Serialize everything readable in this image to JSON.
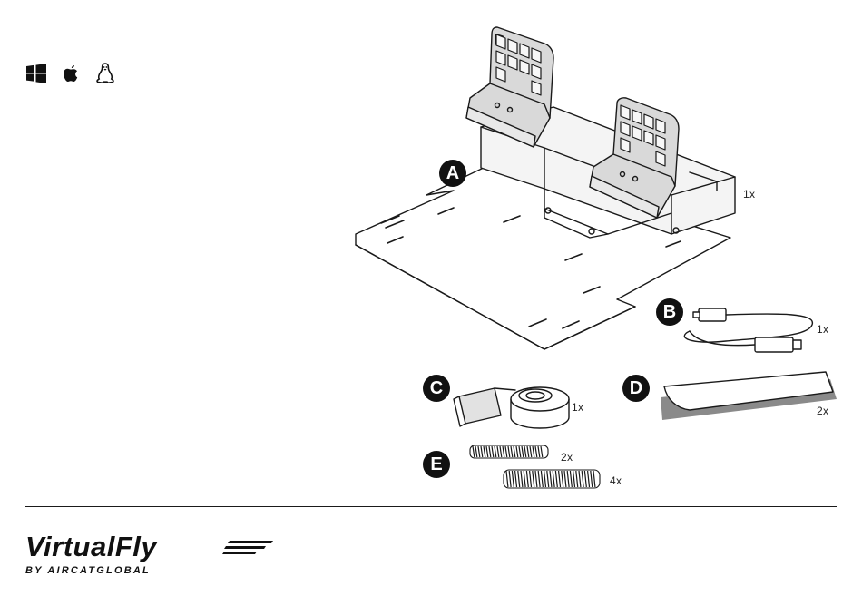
{
  "platforms": [
    {
      "name": "windows-icon"
    },
    {
      "name": "apple-icon"
    },
    {
      "name": "linux-icon"
    }
  ],
  "components": [
    {
      "letter": "A",
      "quantity": "1x"
    },
    {
      "letter": "B",
      "quantity": "1x"
    },
    {
      "letter": "C",
      "quantity": "1x"
    },
    {
      "letter": "D",
      "quantity": "2x"
    },
    {
      "letter": "E",
      "quantity_small": "2x",
      "quantity_large": "4x"
    }
  ],
  "brand": {
    "name": "VirtualFly",
    "tagline": "BY AIRCATGLOBAL"
  },
  "colors": {
    "ink": "#111111",
    "line": "#1a1a1a",
    "pedal_fill": "#d9d9d9",
    "tape_shadow": "#8a8a8a"
  }
}
